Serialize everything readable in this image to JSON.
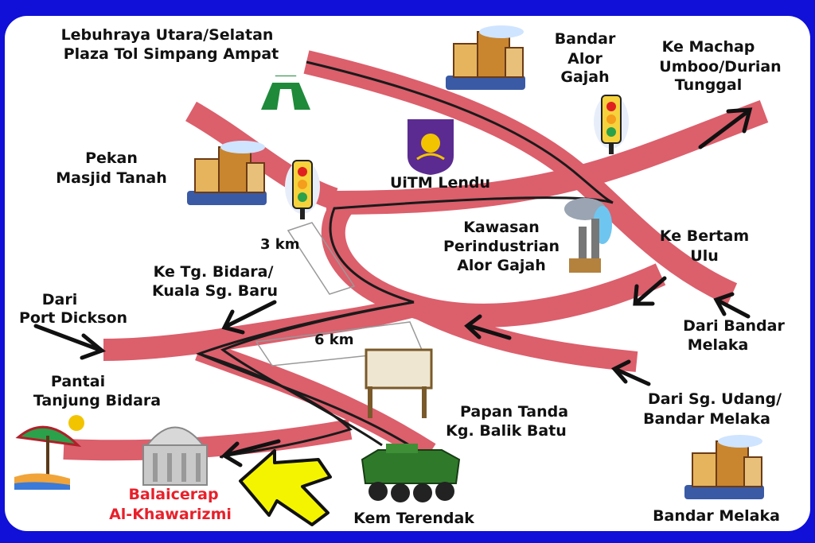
{
  "colors": {
    "frame": "#1010d8",
    "background": "#ffffff",
    "road": "#dc5f6c",
    "road_line": "#1a1a1a",
    "arrow": "#111111",
    "highlight_label": "#e8202a",
    "pointer_arrow": "#f4f400"
  },
  "labels": {
    "highway": [
      "Lebuhraya Utara/Selatan",
      "Plaza Tol Simpang Ampat"
    ],
    "alor_gajah": [
      "Bandar",
      "Alor",
      "Gajah"
    ],
    "machap": [
      "Ke Machap",
      "Umboo/Durian",
      "Tunggal"
    ],
    "masjid_tanah": [
      "Pekan",
      "Masjid Tanah"
    ],
    "uitm": "UiTM Lendu",
    "industrial": [
      "Kawasan",
      "Perindustrian",
      "Alor Gajah"
    ],
    "bertam": [
      "Ke Bertam",
      "Ulu"
    ],
    "tg_bidara": [
      "Ke Tg. Bidara/",
      "Kuala Sg. Baru"
    ],
    "port_dickson": [
      "Dari",
      "Port Dickson"
    ],
    "dari_melaka": [
      "Dari Bandar",
      "Melaka"
    ],
    "pantai": [
      "Pantai",
      "Tanjung Bidara"
    ],
    "sg_udang": [
      "Dari Sg. Udang/",
      "Bandar Melaka"
    ],
    "papan_tanda": [
      "Papan Tanda",
      "Kg. Balik Batu"
    ],
    "balaicerap": [
      "Balaicerap",
      "Al-Khawarizmi"
    ],
    "kem": "Kem Terendak",
    "bandar_melaka": "Bandar Melaka",
    "dist_3km": "3 km",
    "dist_6km": "6 km"
  },
  "icons": [
    "highway-sign-icon",
    "town-icon",
    "traffic-light-icon",
    "uitm-logo-icon",
    "factory-icon",
    "signboard-icon",
    "observatory-icon",
    "beach-umbrella-icon",
    "armored-vehicle-icon",
    "pointer-arrow-icon"
  ]
}
